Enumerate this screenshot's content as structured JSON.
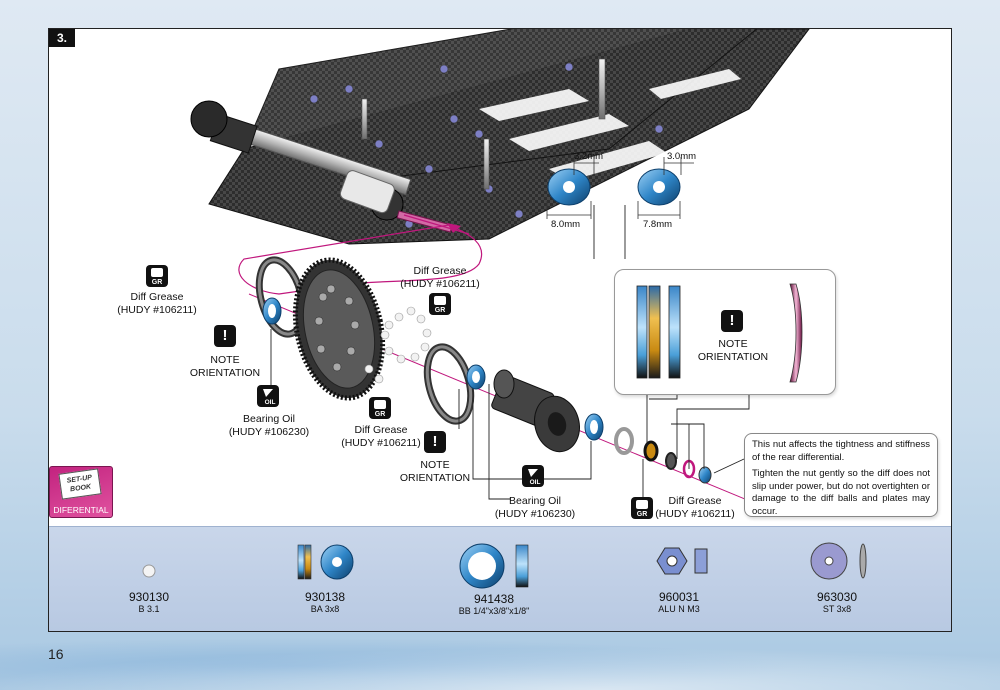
{
  "page": {
    "step": "3.",
    "page_number": "16"
  },
  "labels": {
    "grease_left": [
      "Diff Grease",
      "(HUDY #106211)"
    ],
    "note_left": [
      "NOTE",
      "ORIENTATION"
    ],
    "oil_left": [
      "Bearing Oil",
      "(HUDY #106230)"
    ],
    "grease_top": [
      "Diff Grease",
      "(HUDY #106211)"
    ],
    "grease_mid": [
      "Diff Grease",
      "(HUDY #106211)"
    ],
    "note_mid": [
      "NOTE",
      "ORIENTATION"
    ],
    "oil_mid": [
      "Bearing Oil",
      "(HUDY #106230)"
    ],
    "grease_right": [
      "Diff Grease",
      "(HUDY #106211)"
    ],
    "note_box": [
      "NOTE",
      "ORIENTATION"
    ]
  },
  "dimensions": {
    "washer1_thickness": "3.2mm",
    "washer1_diameter": "8.0mm",
    "washer2_thickness": "3.0mm",
    "washer2_diameter": "7.8mm"
  },
  "info": {
    "line1": "This nut affects the tightness and stiffness of the rear differential.",
    "line2": "Tighten the nut gently so the diff does not slip under power, but do not overtighten or damage to the diff balls and plates may occur."
  },
  "setup_badge": {
    "book": "SET-UP BOOK",
    "label": "DIFERENTIAL"
  },
  "parts": [
    {
      "code": "930130",
      "desc": "B 3.1"
    },
    {
      "code": "930138",
      "desc": "BA 3x8"
    },
    {
      "code": "941438",
      "desc": "BB 1/4\"x3/8\"x1/8\""
    },
    {
      "code": "960031",
      "desc": "ALU N M3"
    },
    {
      "code": "963030",
      "desc": "ST 3x8"
    }
  ],
  "icon_texts": {
    "gr": "GR",
    "oil": "OIL",
    "exclaim": "!"
  },
  "colors": {
    "bearing_blue": "#4a9fd8",
    "gold": "#e0a51e",
    "magenta_guide": "#c0177d",
    "carbon": "#3a3a3a"
  }
}
